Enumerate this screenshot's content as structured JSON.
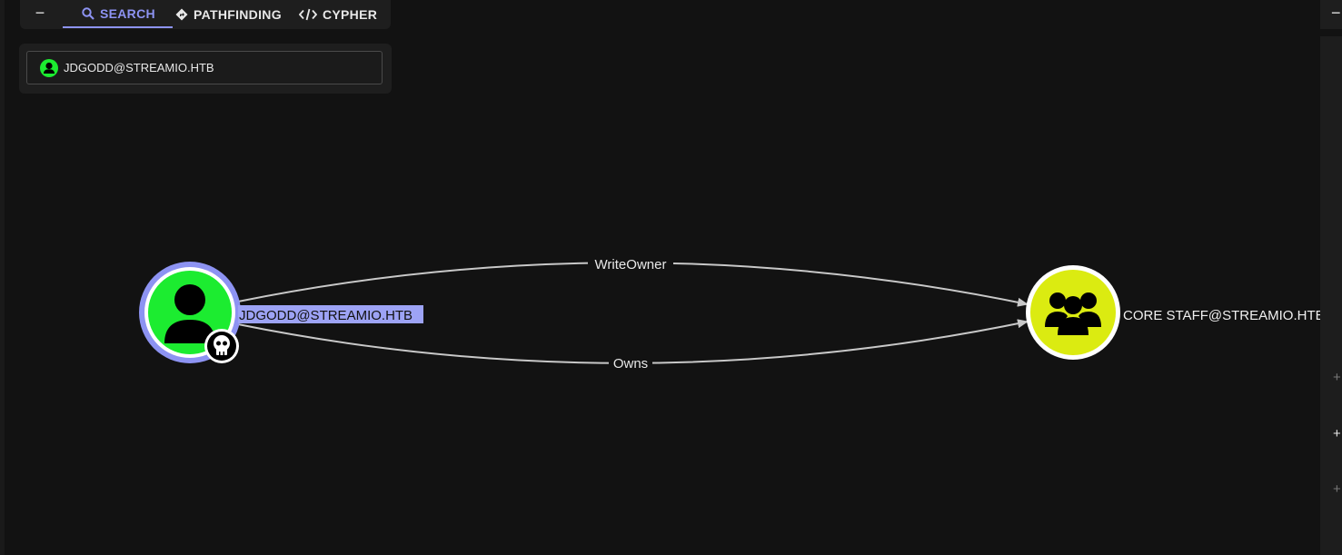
{
  "toolbar": {
    "collapse_label": "−",
    "tabs": [
      {
        "label": "SEARCH",
        "icon": "search-icon",
        "active": true
      },
      {
        "label": "PATHFINDING",
        "icon": "pathfinding-icon",
        "active": false
      },
      {
        "label": "CYPHER",
        "icon": "code-icon",
        "active": false
      }
    ]
  },
  "search": {
    "selected_node": "JDGODD@STREAMIO.HTB",
    "node_icon": "user-icon"
  },
  "graph": {
    "nodes": [
      {
        "id": "user",
        "label": "JDGODD@STREAMIO.HTB",
        "kind": "User",
        "color": "#1cec30",
        "icon": "user-icon",
        "badge": "skull-icon",
        "highlighted": true
      },
      {
        "id": "group",
        "label": "CORE STAFF@STREAMIO.HTB",
        "kind": "Group",
        "color": "#dbeb11",
        "icon": "group-icon"
      }
    ],
    "edges": [
      {
        "from": "user",
        "to": "group",
        "label": "WriteOwner"
      },
      {
        "from": "user",
        "to": "group",
        "label": "Owns"
      }
    ]
  },
  "colors": {
    "background": "#121212",
    "accent": "#8d93f2",
    "user_node": "#1cec30",
    "group_node": "#dbeb11",
    "edge": "#c8c8c8"
  },
  "right_panel": {
    "collapse_label": "−",
    "plus_labels": [
      "+",
      "+",
      "+"
    ]
  }
}
